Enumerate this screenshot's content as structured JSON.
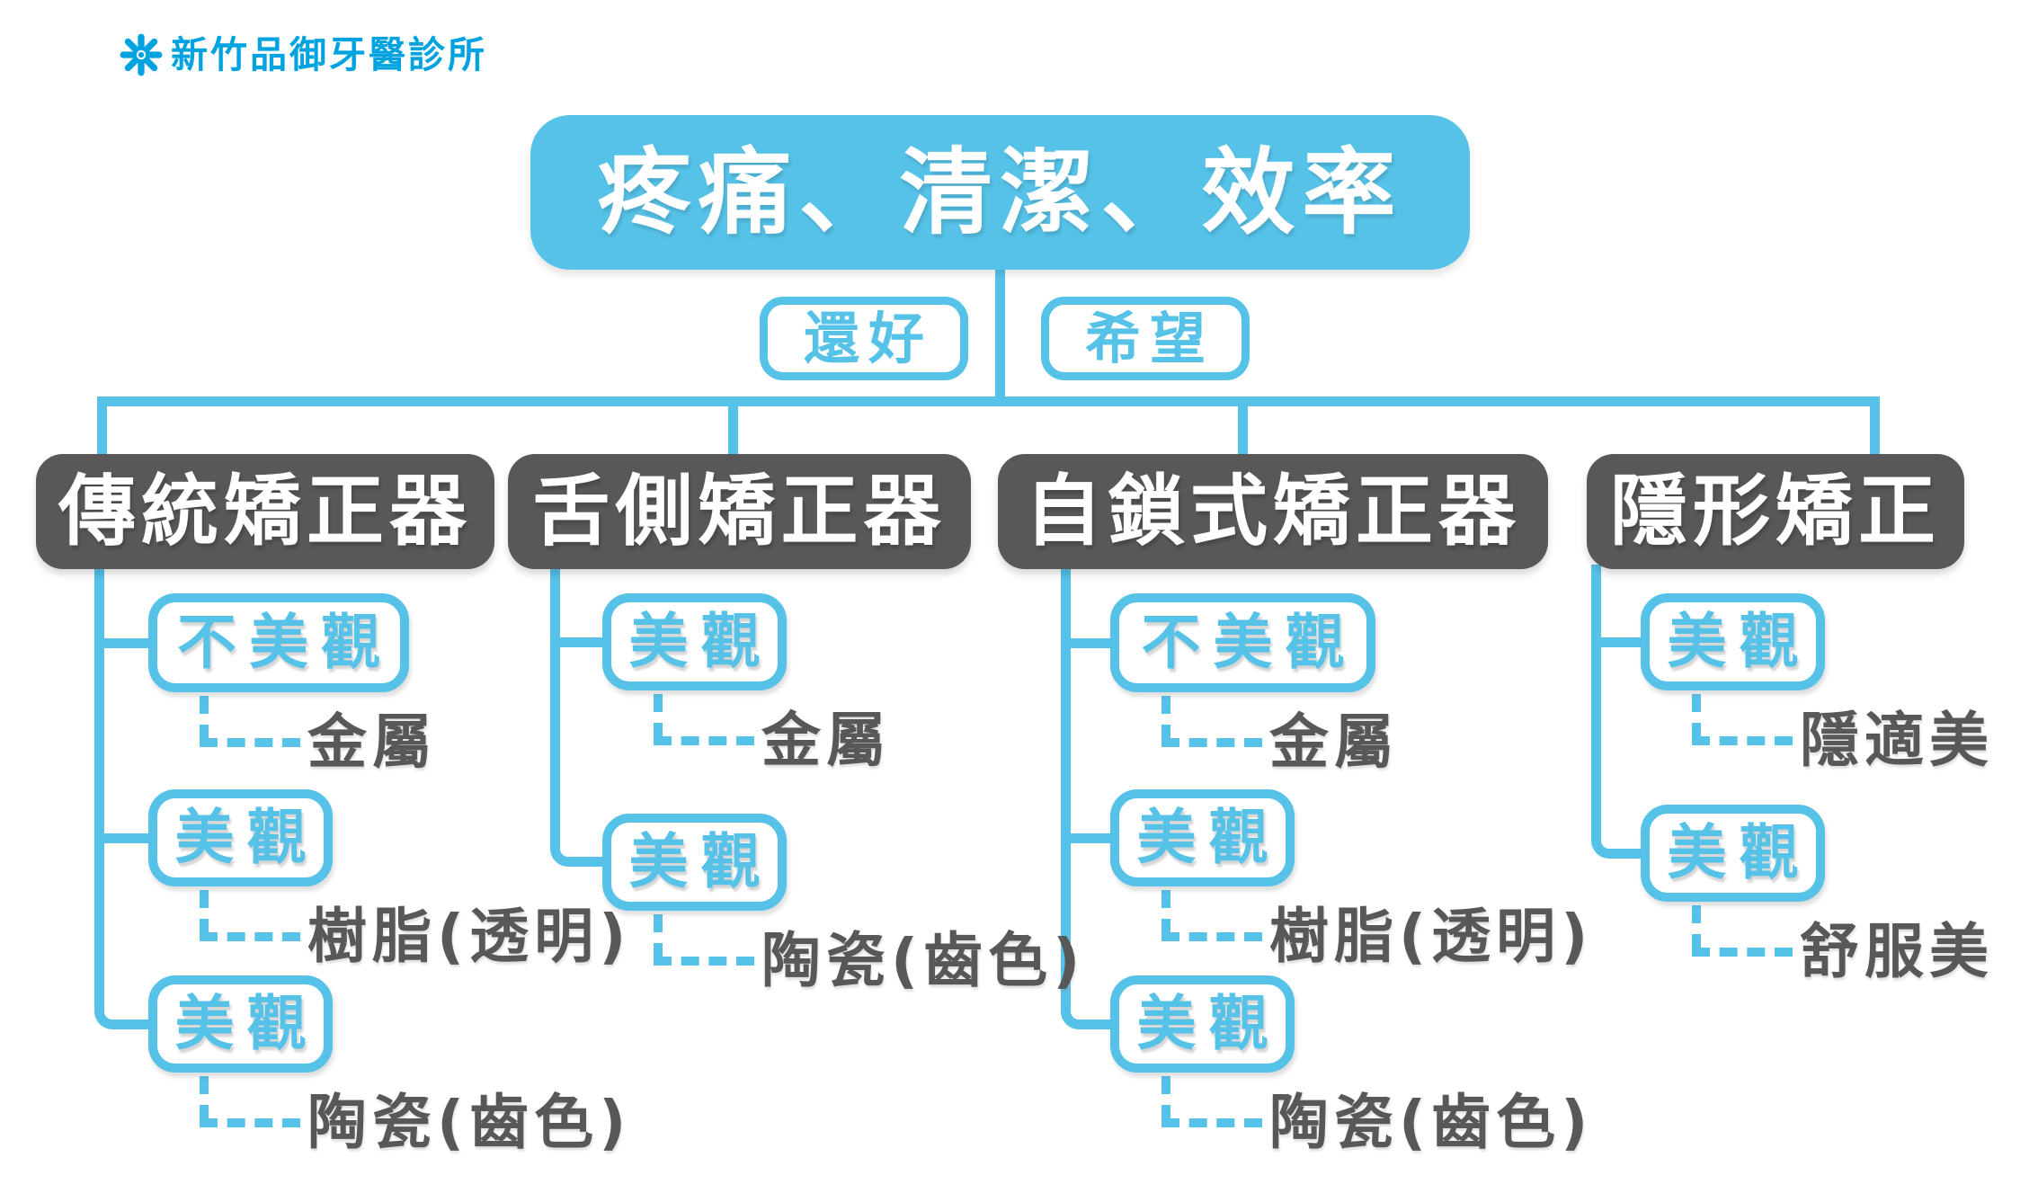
{
  "meta": {
    "clinic_name": "新竹品御牙醫診所",
    "logo_icon": "asterisk-flower-icon"
  },
  "colors": {
    "accent_blue": "#56C2E8",
    "logo_blue": "#00A3E0",
    "dark_gray": "#595757",
    "background": "#FFFFFF"
  },
  "root": {
    "title": "疼痛、清潔、效率"
  },
  "feelings": [
    {
      "label": "還好"
    },
    {
      "label": "希望"
    }
  ],
  "columns": [
    {
      "title": "傳統矯正器",
      "branches": [
        {
          "tag": "不美觀",
          "label": "金屬"
        },
        {
          "tag": "美觀",
          "label": "樹脂(透明)"
        },
        {
          "tag": "美觀",
          "label": "陶瓷(齒色)"
        }
      ]
    },
    {
      "title": "舌側矯正器",
      "branches": [
        {
          "tag": "美觀",
          "label": "金屬"
        },
        {
          "tag": "美觀",
          "label": "陶瓷(齒色)"
        }
      ]
    },
    {
      "title": "自鎖式矯正器",
      "branches": [
        {
          "tag": "不美觀",
          "label": "金屬"
        },
        {
          "tag": "美觀",
          "label": "樹脂(透明)"
        },
        {
          "tag": "美觀",
          "label": "陶瓷(齒色)"
        }
      ]
    },
    {
      "title": "隱形矯正",
      "branches": [
        {
          "tag": "美觀",
          "label": "隱適美"
        },
        {
          "tag": "美觀",
          "label": "舒服美"
        }
      ]
    }
  ]
}
